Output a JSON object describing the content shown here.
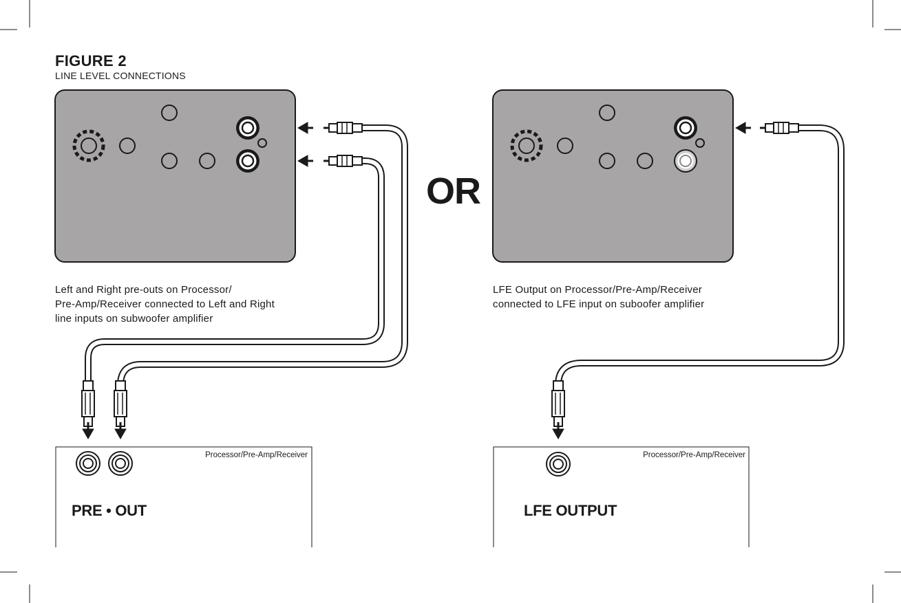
{
  "figure": {
    "title": "FIGURE 2",
    "subtitle": "LINE LEVEL CONNECTIONS"
  },
  "divider_text": "OR",
  "left_option": {
    "caption_lines": [
      "Left and Right pre-outs on Processor/",
      "Pre-Amp/Receiver connected to Left and Right",
      "line inputs on subwoofer amplifier"
    ],
    "panel_label": "Processor/Pre-Amp/Receiver",
    "jack_label": "PRE • OUT"
  },
  "right_option": {
    "caption_lines": [
      "LFE Output on Processor/Pre-Amp/Receiver",
      "connected to LFE input on suboofer amplifier"
    ],
    "panel_label": "Processor/Pre-Amp/Receiver",
    "jack_label": "LFE OUTPUT"
  },
  "colors": {
    "amp_panel": "#a7a5a6",
    "ink": "#1a1a1a",
    "paper": "#ffffff"
  }
}
